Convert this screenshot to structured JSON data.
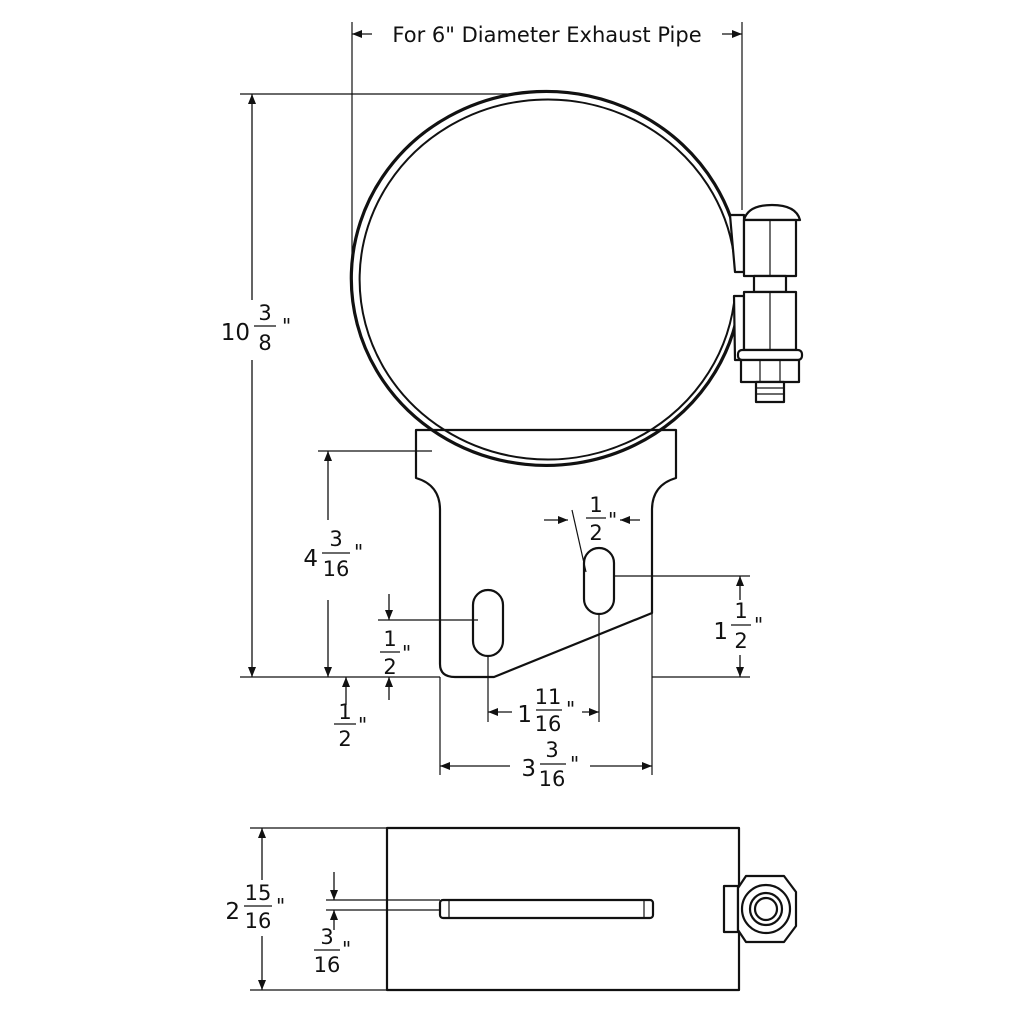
{
  "title": "For 6\" Diameter Exhaust Pipe",
  "dimensions": {
    "overall_height": {
      "whole": "10",
      "num": "3",
      "den": "8",
      "unit": "\""
    },
    "bracket_height": {
      "whole": "4",
      "num": "3",
      "den": "16",
      "unit": "\""
    },
    "slot_width": {
      "num": "1",
      "den": "2",
      "unit": "\""
    },
    "slot_to_bottom_right": {
      "whole": "1",
      "num": "1",
      "den": "2",
      "unit": "\""
    },
    "slot_to_bottom_left": {
      "num": "1",
      "den": "2",
      "unit": "\""
    },
    "bottom_offset": {
      "num": "1",
      "den": "2",
      "unit": "\""
    },
    "slot_spacing": {
      "whole": "1",
      "num": "11",
      "den": "16",
      "unit": "\""
    },
    "bracket_width": {
      "whole": "3",
      "num": "3",
      "den": "16",
      "unit": "\""
    },
    "band_width": {
      "whole": "2",
      "num": "15",
      "den": "16",
      "unit": "\""
    },
    "band_thickness": {
      "num": "3",
      "den": "16",
      "unit": "\""
    }
  }
}
